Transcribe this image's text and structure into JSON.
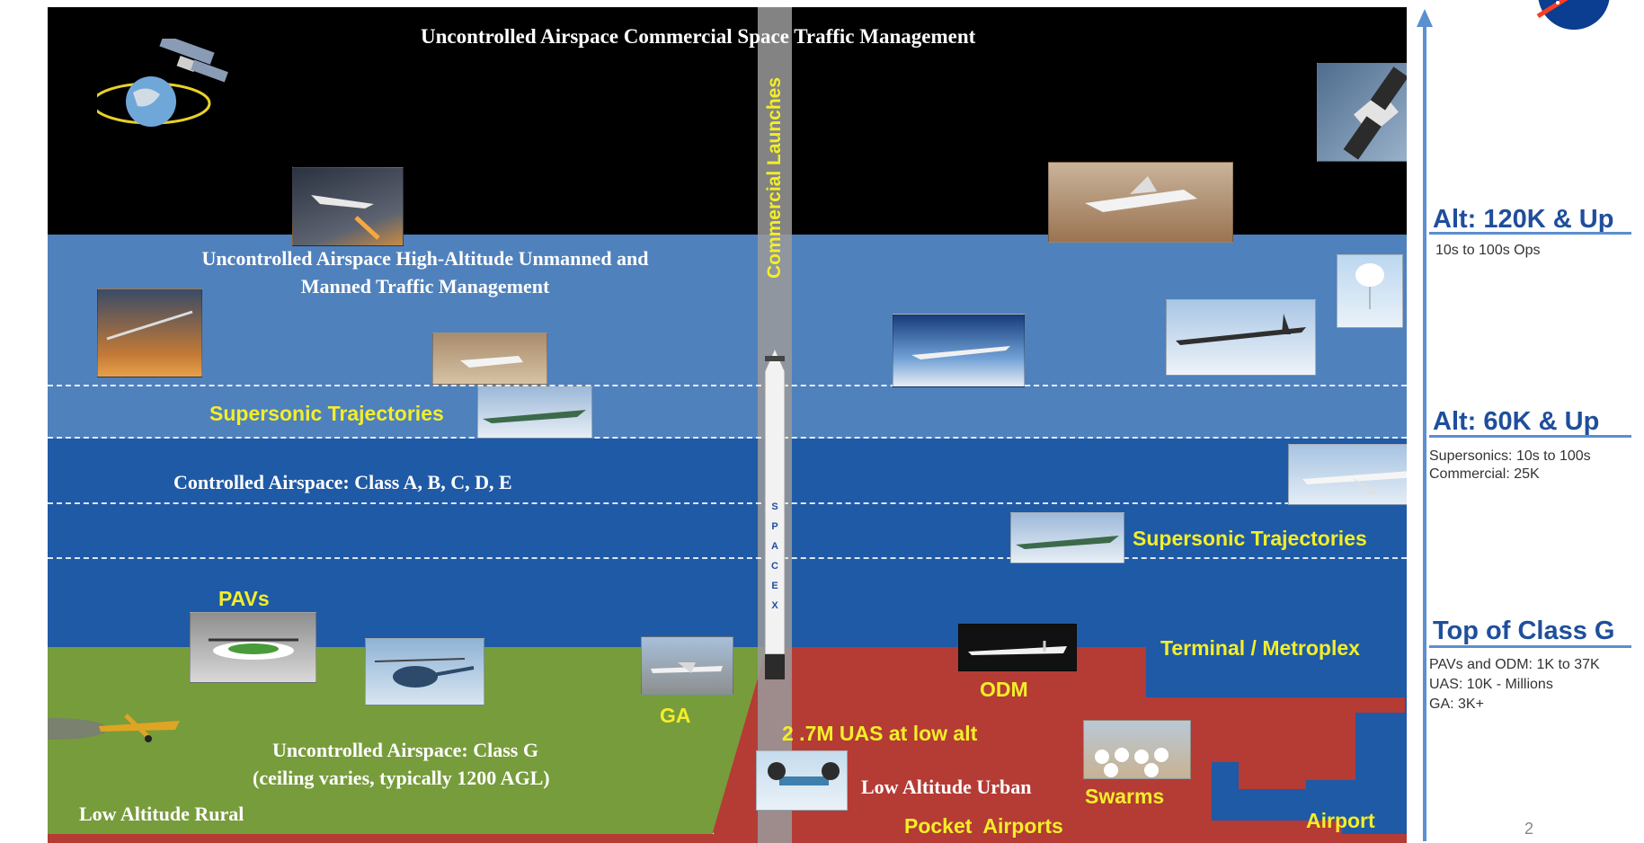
{
  "zones": {
    "space_title": "Uncontrolled Airspace Commercial Space Traffic Management",
    "high_alt_title_line1": "Uncontrolled Airspace High-Altitude Unmanned and",
    "high_alt_title_line2": "Manned Traffic Management",
    "supersonic_left": "Supersonic Trajectories",
    "controlled_title": "Controlled Airspace: Class A, B, C, D, E",
    "supersonic_right": "Supersonic Trajectories",
    "pavs": "PAVs",
    "ga": "GA",
    "class_g_line1": "Uncontrolled Airspace: Class G",
    "class_g_line2": "(ceiling varies, typically 1200 AGL)",
    "low_alt_rural": "Low Altitude Rural",
    "commercial_launches": "Commercial Launches",
    "terminal_metroplex": "Terminal / Metroplex",
    "odm": "ODM",
    "uas_low_alt": "2 .7M UAS at low alt",
    "low_alt_urban": "Low Altitude Urban",
    "swarms": "Swarms",
    "pocket_airports": "Pocket  Airports",
    "airport": "Airport",
    "rocket_text": "SPACEX"
  },
  "altitude_scale": {
    "levels": [
      {
        "heading": "Alt:  120K & Up",
        "notes": [
          "10s to 100s Ops"
        ]
      },
      {
        "heading": "Alt:  60K & Up",
        "notes": [
          "Supersonics: 10s to 100s",
          "Commercial:  25K"
        ]
      },
      {
        "heading": "Top of Class G",
        "notes": [
          "PAVs and ODM: 1K to 37K",
          "UAS:  10K - Millions",
          "GA:  3K+"
        ]
      }
    ]
  },
  "page_number": "2",
  "colors": {
    "space": "#000000",
    "high_altitude": "#4f81bd",
    "controlled": "#1f5aa6",
    "class_g": "#779c3c",
    "urban": "#b53b35",
    "label_yellow": "#f3ee2a",
    "axis_blue": "#5b8fd0"
  }
}
